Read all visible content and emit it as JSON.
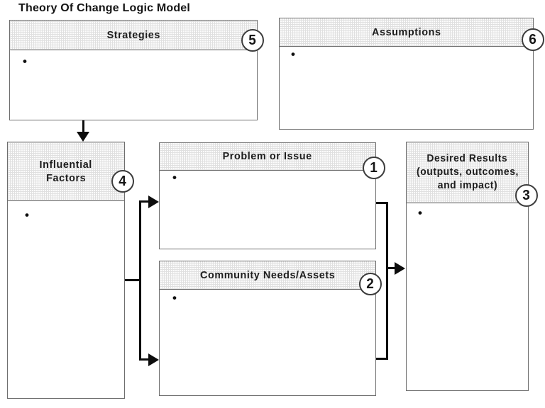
{
  "title": "Theory Of Change Logic Model",
  "bullet_glyph": "•",
  "boxes": {
    "strategies": {
      "label": "Strategies",
      "number": "5"
    },
    "assumptions": {
      "label": "Assumptions",
      "number": "6"
    },
    "influential_factors": {
      "line1": "Influential",
      "line2": "Factors",
      "number": "4"
    },
    "problem_or_issue": {
      "label": "Problem or Issue",
      "number": "1"
    },
    "community_needs_assets": {
      "label": "Community Needs/Assets",
      "number": "2"
    },
    "desired_results": {
      "line1": "Desired Results",
      "line2": "(outputs, outcomes,",
      "line3": "and impact)",
      "number": "3"
    }
  },
  "colors": {
    "box_border": "#6e6e6e",
    "header_pattern": "#e0e0e0",
    "connector": "#0d0d0d",
    "text": "#1d1d1d",
    "background": "#ffffff"
  }
}
